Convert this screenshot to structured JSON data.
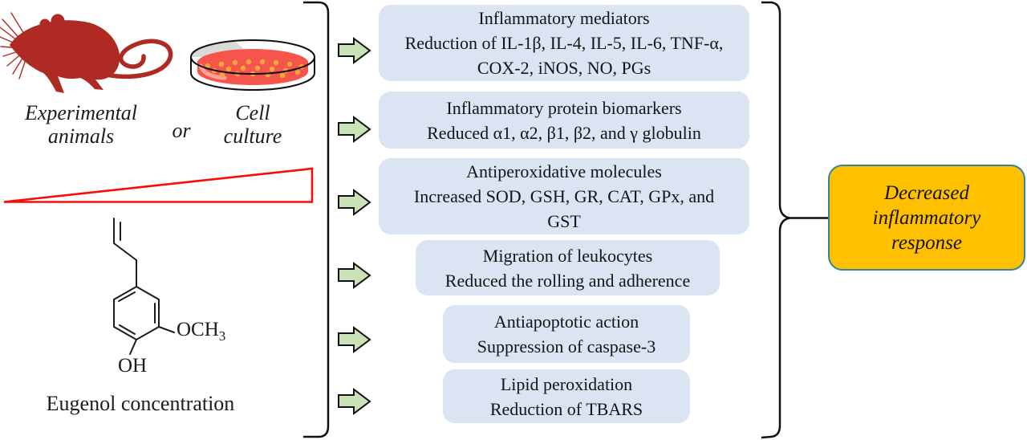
{
  "figure": {
    "left_panel": {
      "experimental_animals_label": "Experimental\nanimals",
      "or_label": "or",
      "cell_culture_label": "Cell\nculture",
      "eugenol_concentration_label": "Eugenol concentration",
      "molecule": {
        "name": "eugenol-structure",
        "methoxy_group": "OCH",
        "methoxy_subscript": "3",
        "hydroxyl_group": "OH"
      }
    },
    "effect_boxes": [
      {
        "title": "Inflammatory mediators",
        "detail": "Reduction of IL-1β, IL-4, IL-5, IL-6, TNF-α,\nCOX-2, iNOS, NO, PGs"
      },
      {
        "title": "Inflammatory protein biomarkers",
        "detail": "Reduced α1, α2, β1, β2, and γ globulin"
      },
      {
        "title": "Antiperoxidative molecules",
        "detail": "Increased SOD, GSH, GR, CAT, GPx, and\nGST"
      },
      {
        "title": "Migration of leukocytes",
        "detail": "Reduced the rolling and adherence"
      },
      {
        "title": "Antiapoptotic action",
        "detail": "Suppression of caspase-3"
      },
      {
        "title": "Lipid peroxidation",
        "detail": "Reduction of TBARS"
      }
    ],
    "outcome_box": {
      "label": "Decreased\ninflammatory\nresponse"
    },
    "icons": {
      "rat": "rat-silhouette-icon",
      "petri_dish": "petri-dish-icon",
      "triangle": "concentration-gradient-triangle",
      "arrows": "right-block-arrow-icon",
      "left_bracket": "left-group-bracket",
      "right_brace": "right-group-brace"
    },
    "colors": {
      "effect_box_fill": "#dae4f3",
      "arrow_fill": "#c9e2b8",
      "arrow_stroke": "#111111",
      "outcome_fill": "#ffc000",
      "outcome_border": "#31849b",
      "triangle_stroke": "#fb0a06",
      "rat_fill": "#b02a24",
      "dish_medium": "#f6554c",
      "dish_highlight": "#fba49b",
      "dish_colonies": "#f3a73d",
      "dish_lid_gray": "#d9d9d6",
      "line_color": "#111111",
      "text_color": "#161616"
    }
  }
}
